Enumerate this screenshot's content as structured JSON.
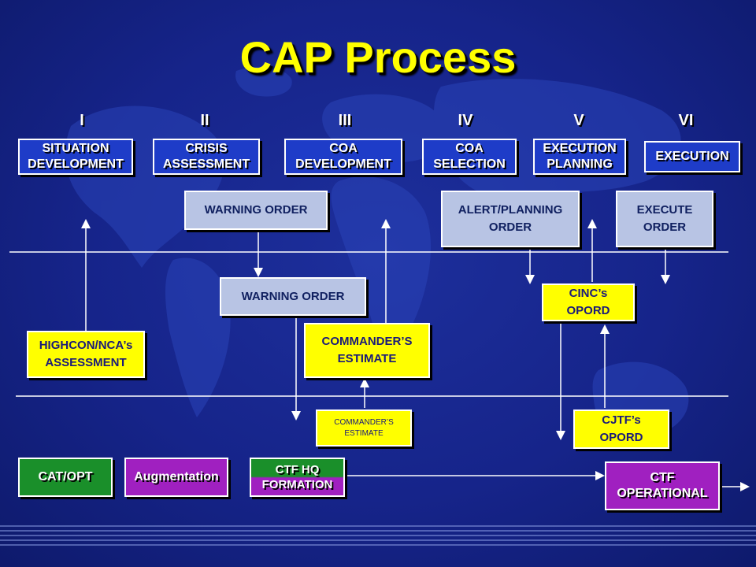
{
  "title": "CAP Process",
  "phases": [
    {
      "numeral": "I",
      "label": "SITUATION\nDEVELOPMENT"
    },
    {
      "numeral": "II",
      "label": "CRISIS\nASSESSMENT"
    },
    {
      "numeral": "III",
      "label": "COA\nDEVELOPMENT"
    },
    {
      "numeral": "IV",
      "label": "COA\nSELECTION"
    },
    {
      "numeral": "V",
      "label": "EXECUTION\nPLANNING"
    },
    {
      "numeral": "VI",
      "label": "EXECUTION"
    }
  ],
  "national_level": {
    "warning_order": "WARNING ORDER",
    "alert_planning_order": "ALERT/PLANNING\nORDER",
    "execute_order": "EXECUTE\nORDER"
  },
  "cinc_level": {
    "warning_order": "WARNING ORDER",
    "commanders_estimate": "COMMANDER’S\nESTIMATE",
    "cincs_opord": "CINC’s\nOPORD",
    "highcon_assessment": "HIGHCON/NCA’s\nASSESSMENT"
  },
  "cjtf_level": {
    "commanders_estimate": "COMMANDER’S\nESTIMATE",
    "cjtfs_opord": "CJTF’s\nOPORD"
  },
  "bottom_row": {
    "cat_opt": "CAT/OPT",
    "augmentation": "Augmentation",
    "ctf_hq_formation": "CTF HQ\nFORMATION",
    "ctf_operational": "CTF\nOPERATIONAL"
  },
  "colors": {
    "background": "#16248a",
    "title": "#ffff00",
    "phase_box": "#1e3cc8",
    "light_box": "#b8c4e4",
    "yellow_box": "#ffff00",
    "green_box": "#1a8f2a",
    "purple_box": "#a020c0"
  }
}
